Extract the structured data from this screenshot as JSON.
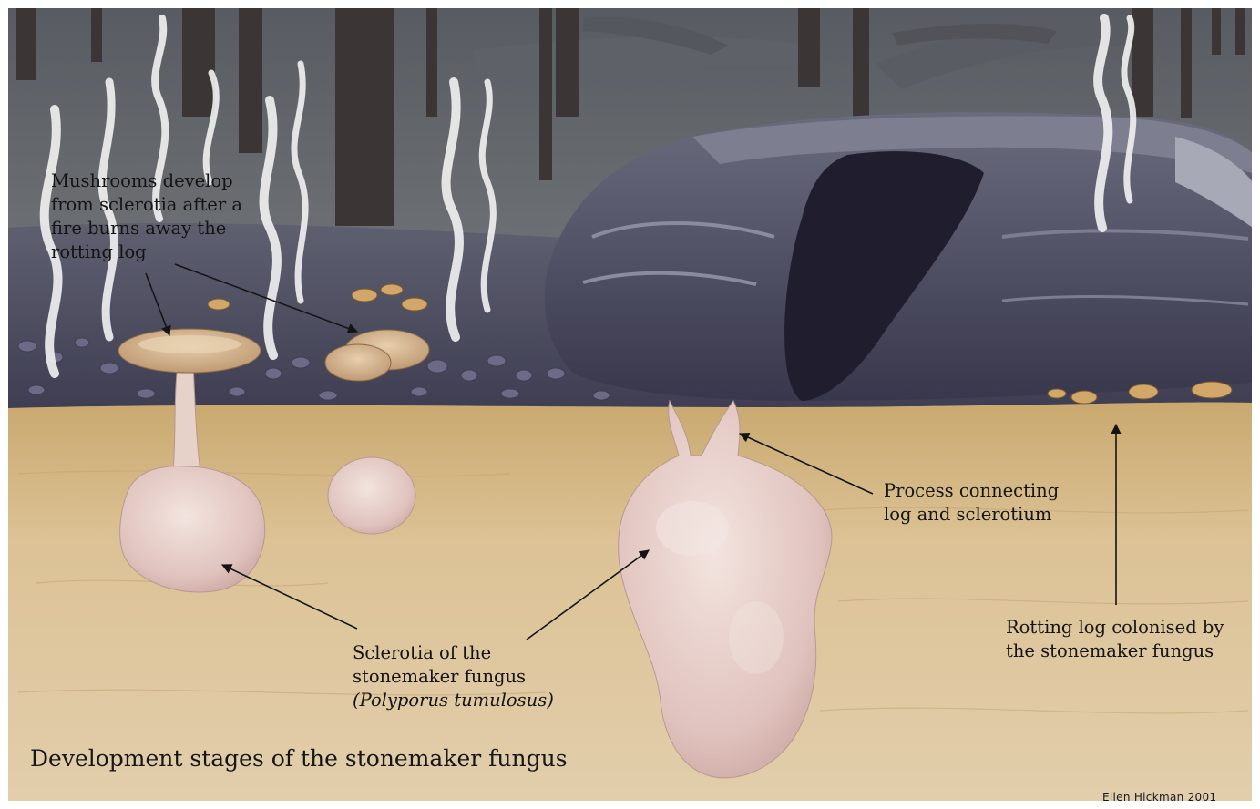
{
  "title": "Development stages of the stonemaker fungus",
  "credit": "Ellen Hickman 2001",
  "labels": {
    "mushrooms": [
      "Mushrooms develop",
      "from sclerotia after a",
      "fire burns away the",
      "rotting log"
    ],
    "sclerotia": [
      "Sclerotia of the",
      "stonemaker fungus"
    ],
    "sclerotia_species": "(Polyporus tumulosus)",
    "process": [
      "Process connecting",
      "log and sclerotium"
    ],
    "rotting_log": [
      "Rotting log colonised by",
      "the stonemaker fungus"
    ]
  },
  "colors": {
    "sky": "#6f7274",
    "forest_floor": "#4b4a5e",
    "soil": "#d8bd8c",
    "sclerotium": "#e6c9c4",
    "log": "#4a4b62",
    "smoke": "#f2f2f2",
    "arrow": "#141414"
  }
}
